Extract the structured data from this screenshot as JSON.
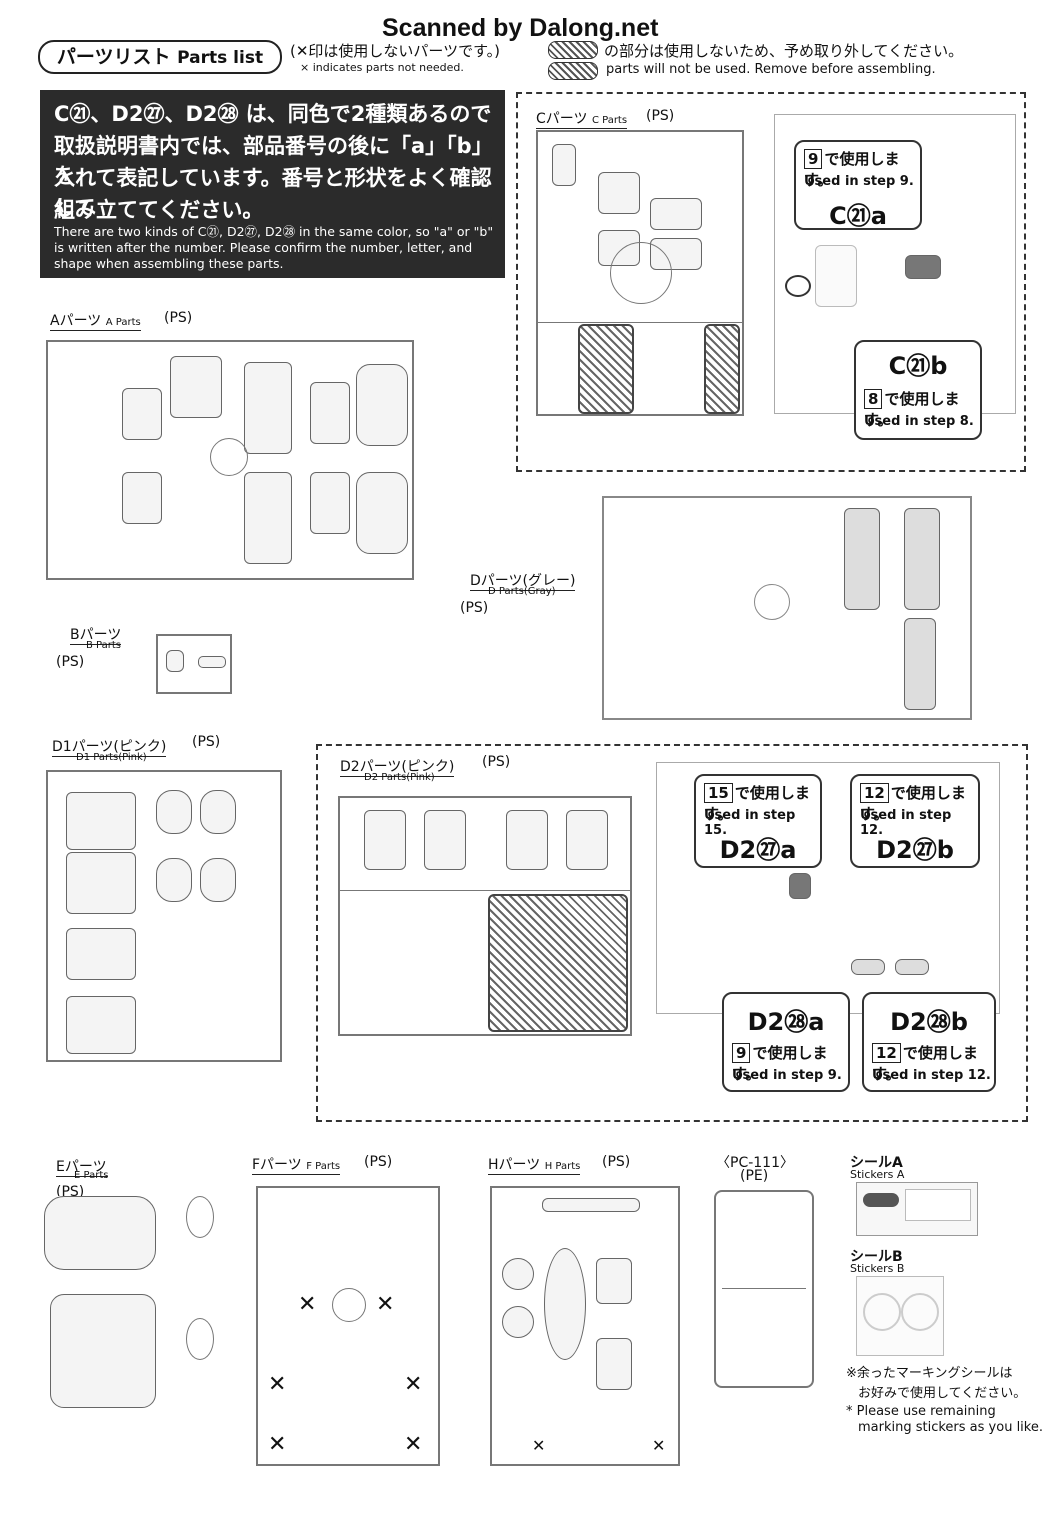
{
  "watermark": "Scanned by Dalong.net",
  "header": {
    "parts_list_jp": "パーツリスト",
    "parts_list_en": "Parts list",
    "x_note_jp": "(✕印は使用しないパーツです。)",
    "x_note_en": "× indicates parts not needed.",
    "hatch_note_jp": "の部分は使用しないため、予め取り外してください。",
    "hatch_note_en": "parts will not be used. Remove before assembling."
  },
  "notice": {
    "jp_line1": "C㉑、D2㉗、D2㉘ は、同色で2種類あるので",
    "jp_line2": "取扱説明書内では、部品番号の後に「a」「b」を",
    "jp_line3": "入れて表記しています。番号と形状をよく確認して",
    "jp_line4": "組み立ててください。",
    "en": "There are two kinds of C㉑, D2㉗, D2㉘ in the same color, so \"a\" or \"b\" is written after the number. Please confirm the number, letter, and shape when assembling these parts."
  },
  "runners": {
    "a": {
      "jp": "Aパーツ",
      "en": "A Parts",
      "mat": "(PS)"
    },
    "b": {
      "jp": "Bパーツ",
      "en": "B Parts",
      "mat": "(PS)"
    },
    "c": {
      "jp": "Cパーツ",
      "en": "C Parts",
      "mat": "(PS)"
    },
    "d": {
      "jp": "Dパーツ(グレー)",
      "en": "D Parts(Gray)",
      "mat": "(PS)"
    },
    "d1": {
      "jp": "D1パーツ(ピンク)",
      "en": "D1 Parts(Pink)",
      "mat": "(PS)"
    },
    "d2": {
      "jp": "D2パーツ(ピンク)",
      "en": "D2 Parts(Pink)",
      "mat": "(PS)"
    },
    "e": {
      "jp": "Eパーツ",
      "en": "E Parts",
      "mat": "(PS)"
    },
    "f": {
      "jp": "Fパーツ",
      "en": "F Parts",
      "mat": "(PS)"
    },
    "h": {
      "jp": "Hパーツ",
      "en": "H Parts",
      "mat": "(PS)"
    },
    "pc": {
      "jp": "〈PC-111〉",
      "mat": "(PE)"
    }
  },
  "callouts": {
    "c21a": {
      "step": "9",
      "jp": "で使用します。",
      "en": "Used in step",
      "code": "C㉑a"
    },
    "c21b": {
      "step": "8",
      "jp": "で使用します。",
      "en": "Used in step",
      "code": "C㉑b"
    },
    "d227a": {
      "step": "15",
      "jp": "で使用します。",
      "en": "Used in step",
      "code": "D2㉗a"
    },
    "d227b": {
      "step": "12",
      "jp": "で使用します。",
      "en": "Used in step",
      "code": "D2㉗b"
    },
    "d228a": {
      "step": "9",
      "jp": "で使用します。",
      "en": "Used in step",
      "code": "D2㉘a"
    },
    "d228b": {
      "step": "12",
      "jp": "で使用します。",
      "en": "Used in step",
      "code": "D2㉘b"
    }
  },
  "stickers": {
    "a_jp": "シールA",
    "a_en": "Stickers A",
    "b_jp": "シールB",
    "b_en": "Stickers B"
  },
  "footer_note": {
    "jp_line1": "※余ったマーキングシールは",
    "jp_line2": "お好みで使用してください。",
    "en_line1": "* Please use remaining",
    "en_line2": "marking stickers as you like."
  }
}
